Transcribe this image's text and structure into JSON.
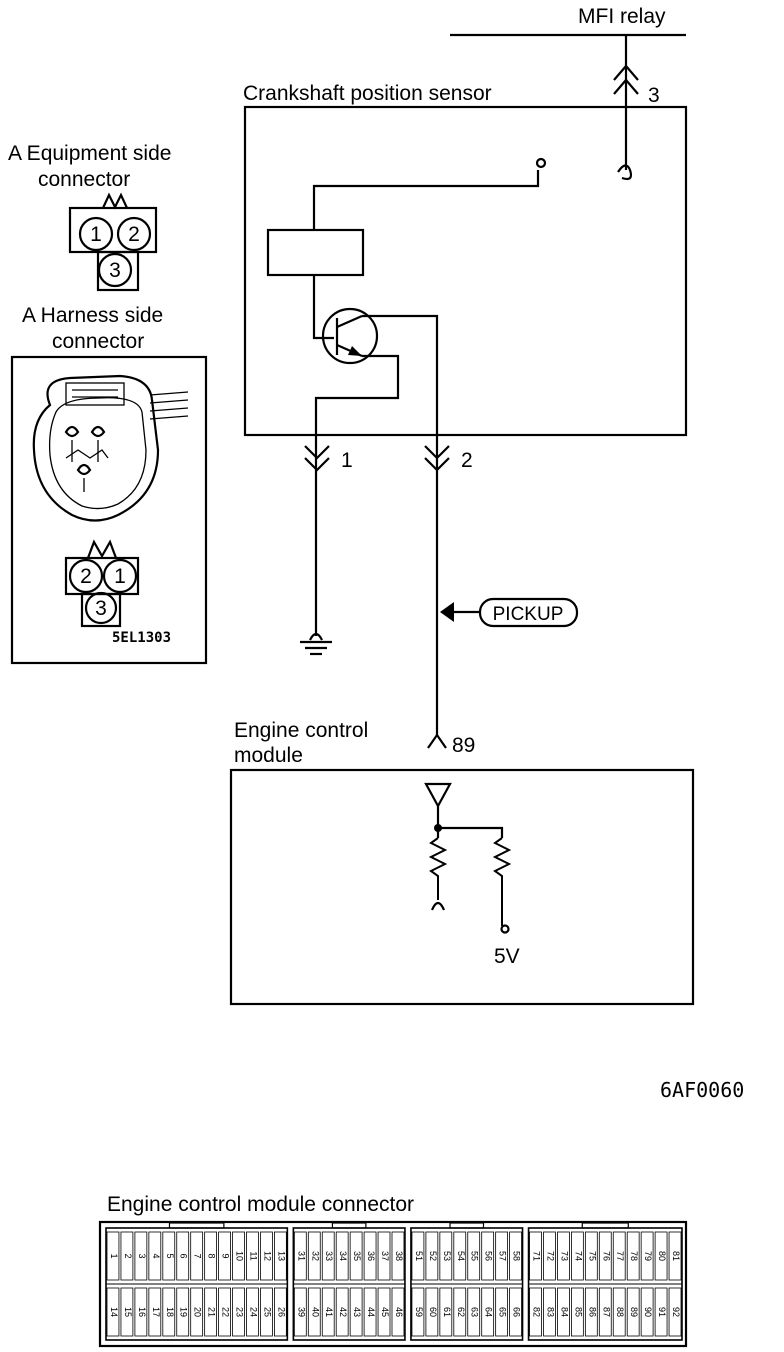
{
  "labels": {
    "mfi_relay": "MFI relay",
    "crank_sensor": "Crankshaft position sensor",
    "equip_connector_line1": "A  Equipment side",
    "equip_connector_line2": "connector",
    "harness_connector_line1": "A  Harness side",
    "harness_connector_line2": "connector",
    "connector_code": "5EL1303",
    "ecm_line1": "Engine control",
    "ecm_line2": "module",
    "pickup": "PICKUP",
    "voltage": "5V",
    "figure_code": "6AF0060",
    "ecm_connector_title": "Engine control module connector"
  },
  "terminals": {
    "relay_pin": "3",
    "ground_pin": "1",
    "signal_pin": "2",
    "ecm_pin": "89"
  },
  "equipment_pins": [
    "1",
    "2",
    "3"
  ],
  "harness_pins": [
    "2",
    "1",
    "3"
  ],
  "ecm_connector": {
    "blocks": [
      {
        "top": [
          "1",
          "2",
          "3",
          "4",
          "5",
          "6",
          "7",
          "8",
          "9",
          "10",
          "11",
          "12",
          "13"
        ],
        "bottom": [
          "14",
          "15",
          "16",
          "17",
          "18",
          "19",
          "20",
          "21",
          "22",
          "23",
          "24",
          "25",
          "26"
        ]
      },
      {
        "top": [
          "31",
          "32",
          "33",
          "34",
          "35",
          "36",
          "37",
          "38"
        ],
        "bottom": [
          "39",
          "40",
          "41",
          "42",
          "43",
          "44",
          "45",
          "46"
        ]
      },
      {
        "top": [
          "51",
          "52",
          "53",
          "54",
          "55",
          "56",
          "57",
          "58"
        ],
        "bottom": [
          "59",
          "60",
          "61",
          "62",
          "63",
          "64",
          "65",
          "66"
        ]
      },
      {
        "top": [
          "71",
          "72",
          "73",
          "74",
          "75",
          "76",
          "77",
          "78",
          "79",
          "80",
          "81"
        ],
        "bottom": [
          "82",
          "83",
          "84",
          "85",
          "86",
          "87",
          "88",
          "89",
          "90",
          "91",
          "92"
        ]
      }
    ]
  }
}
